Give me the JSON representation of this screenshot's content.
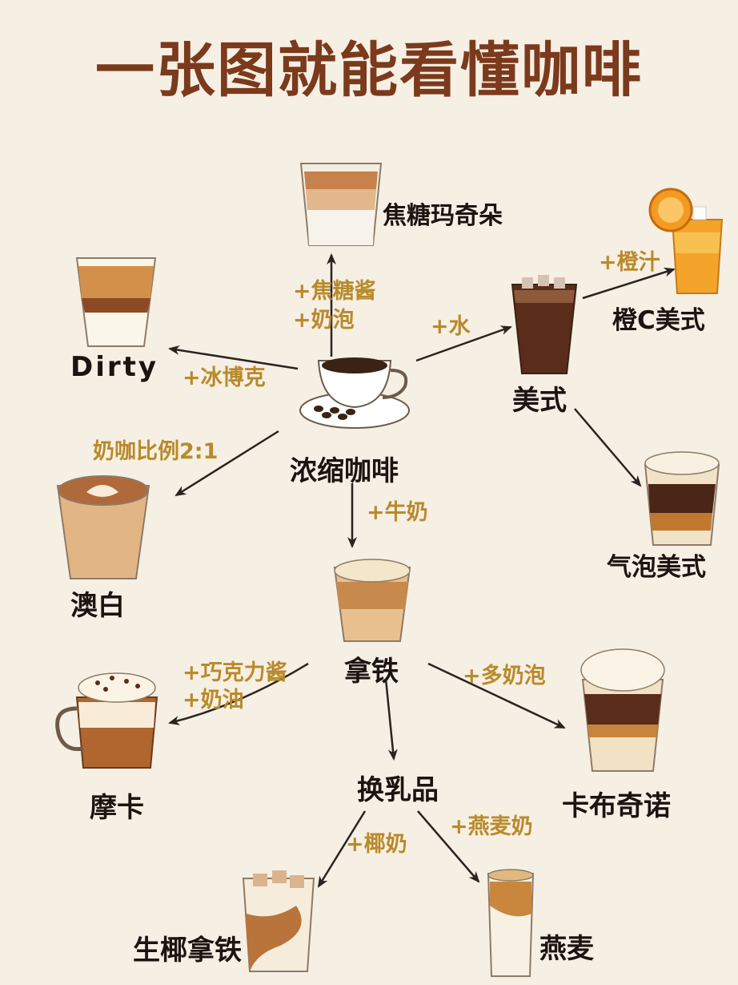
{
  "title": "一张图就能看懂咖啡",
  "nodes": {
    "espresso": "浓缩咖啡",
    "caramel_macchiato": "焦糖玛奇朵",
    "americano": "美式",
    "orange_americano": "橙C美式",
    "sparkling_americano": "气泡美式",
    "dirty": "Dirty",
    "flat_white": "澳白",
    "latte": "拿铁",
    "mocha": "摩卡",
    "cappuccino": "卡布奇诺",
    "milk_swap": "换乳品",
    "coconut_latte": "生椰拿铁",
    "oat_latte": "燕麦"
  },
  "edges": {
    "to_caramel_line1": "+焦糖酱",
    "to_caramel_line2": "+奶泡",
    "to_americano": "+水",
    "to_orange": "+橙汁",
    "to_dirty": "+冰博克",
    "to_flat_white": "奶咖比例2:1",
    "to_latte": "+牛奶",
    "to_mocha_line1": "+巧克力酱",
    "to_mocha_line2": "+奶油",
    "to_cappuccino": "+多奶泡",
    "to_coconut": "+椰奶",
    "to_oat": "+燕麦奶"
  },
  "colors": {
    "title": "#7b3a1c",
    "annotation": "#b98a2a",
    "label": "#1b1410",
    "background": "#f6efe4"
  }
}
